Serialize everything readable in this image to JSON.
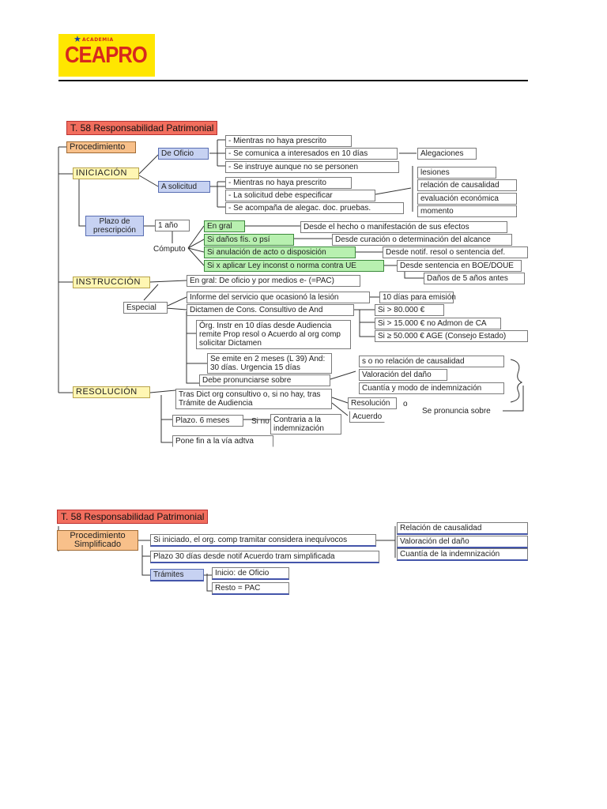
{
  "logo": {
    "academia": "ACADEMIA",
    "brand": "CEAPRO",
    "star_icon": "star"
  },
  "diagram1": {
    "title": "T. 58 Responsabilidad Patrimonial",
    "procedimiento": "Procedimiento",
    "iniciacion": "INICIACIÓN",
    "de_oficio": "De Oficio",
    "de_oficio_items": [
      "- Mientras no haya prescrito",
      "- Se comunica a interesados en 10 días",
      "- Se instruye aunque no se personen"
    ],
    "alegaciones": "Alegaciones",
    "a_solicitud": "A solicitud",
    "a_solicitud_items": [
      "- Mientras no haya prescrito",
      "- La solicitud debe especificar",
      "- Se acompaña de alegac. doc. pruebas."
    ],
    "especificar_items": [
      "lesiones",
      "relación de causalidad",
      "evaluación económica",
      "momento"
    ],
    "plazo_prescripcion": "Plazo de prescripción",
    "un_ano": "1 año",
    "computo": "Cómputo",
    "computo_rules": [
      {
        "label": "En gral",
        "desc": "Desde el hecho o manifestación de sus efectos"
      },
      {
        "label": "Si daños fís. o psí",
        "desc": "Desde curación o determinación del alcance"
      },
      {
        "label": "Si anulación de acto o disposición",
        "desc": "Desde notif. resol o sentencia def."
      },
      {
        "label": "Si x aplicar Ley inconst o norma contra UE",
        "desc": "Desde sentencia en BOE/DOUE"
      }
    ],
    "danos_5": "Daños de 5 años antes",
    "instruccion": "INSTRUCCIÓN",
    "en_gral_pac": "En gral: De oficio y por medios e- (=PAC)",
    "especial": "Especial",
    "informe": "Informe del servicio que ocasionó la lesión",
    "dias_emision": "10 días para emisión",
    "dictamen": "Dictamen de Cons. Consultivo de And",
    "dictamen_items": [
      "Si > 80.000 €",
      "Si > 15.000 € no Admon de CA",
      "Si ≥ 50.000 € AGE (Consejo Estado)"
    ],
    "org_instr": "Órg. Instr en 10 días desde Audiencia remite Prop resol o Acuerdo al org comp solicitar Dictamen",
    "se_emite": "Se emite en 2 meses (L 39) And: 30 días. Urgencia 15 días",
    "debe_pronunciarse": "Debe pronunciarse sobre",
    "pronuncia_items": [
      "s o no relación de causalidad",
      "Valoración del daño",
      "Cuantía y modo de indemnización"
    ],
    "se_pronuncia_sobre": "Se pronuncia sobre",
    "resolucion": "RESOLUCIÓN",
    "tras_dict": "Tras Dict org consultivo o, si no hay, tras Trámite de Audiencia",
    "resolucion_box": "Resolución",
    "o": "o",
    "acuerdo": "Acuerdo",
    "plazo_6": "Plazo. 6 meses",
    "si_no": "Si no",
    "contraria": "Contraria a la indemnización",
    "pone_fin": "Pone fin a la vía adtva"
  },
  "diagram2": {
    "title": "T. 58 Responsabilidad Patrimonial",
    "proc_simplificado": "Procedimiento Simplificado",
    "si_iniciado": "Si iniciado, el org. comp tramitar considera inequívocos",
    "inequivocos_items": [
      "Relación de causalidad",
      "Valoración del daño",
      "Cuantía de la indemnización"
    ],
    "plazo_30": "Plazo 30 días desde notif Acuerdo tram simplificada",
    "tramites": "Trámites",
    "inicio": "Inicio: de Oficio",
    "resto": "Resto = PAC"
  }
}
